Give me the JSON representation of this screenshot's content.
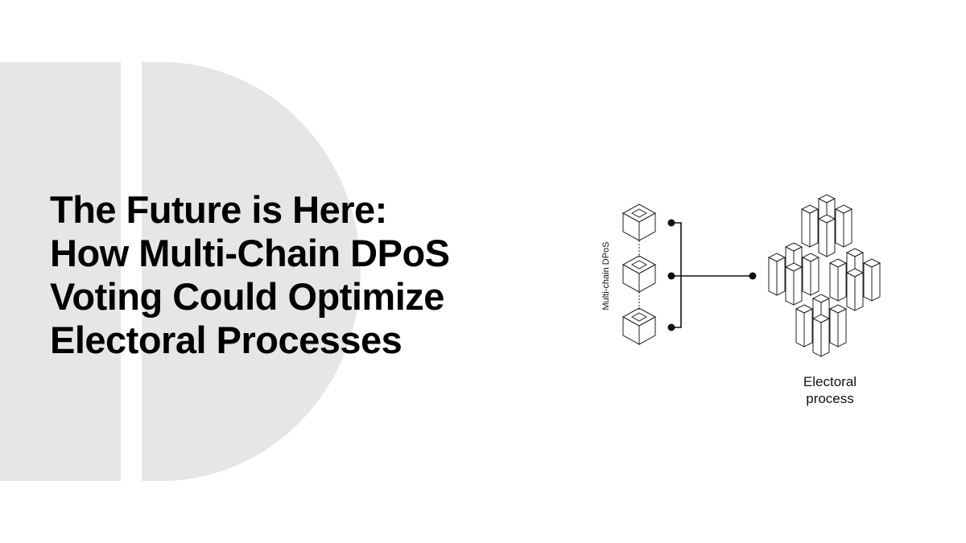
{
  "headline": {
    "lines": [
      "The Future is Here:",
      "How Multi-Chain DPoS",
      "Voting Could Optimize",
      "Electoral Processes"
    ]
  },
  "diagram": {
    "chain_label": "Multi-chain DPoS",
    "target_label_lines": [
      "Electoral",
      "process"
    ],
    "chain_block_count": 3
  },
  "colors": {
    "background": "#ffffff",
    "decor": "#e6e6e6",
    "text": "#000000",
    "stroke": "#222222"
  }
}
